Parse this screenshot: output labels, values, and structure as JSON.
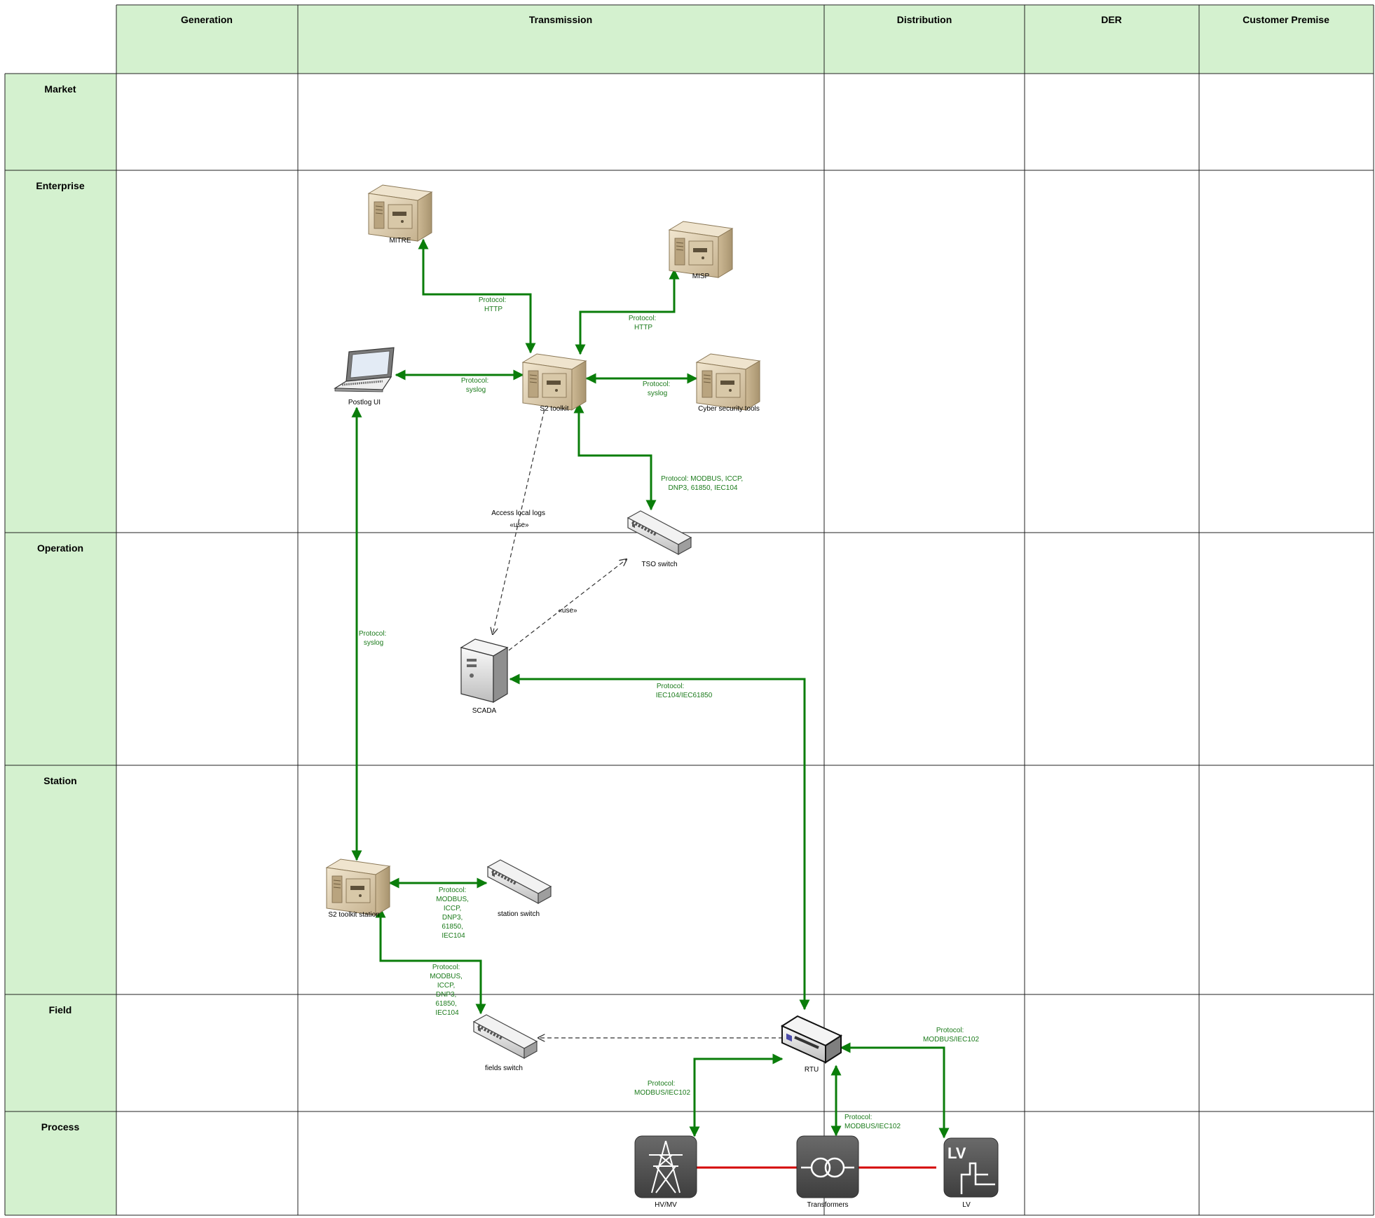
{
  "columns": [
    "Generation",
    "Transmission",
    "Distribution",
    "DER",
    "Customer Premise"
  ],
  "rows": [
    "Market",
    "Enterprise",
    "Operation",
    "Station",
    "Field",
    "Process"
  ],
  "colors": {
    "header_fill": "#d4f1cf",
    "connection": "#0a7d0a",
    "protocol_text": "#1a7a1a",
    "power_line": "#d40000",
    "grid_line": "#222222",
    "process_tile": "#555555"
  },
  "nodes": {
    "mitre": {
      "label": "MITRE",
      "icon": "server-icon"
    },
    "misp": {
      "label": "MISP",
      "icon": "server-icon"
    },
    "postlog_ui": {
      "label": "Postlog UI",
      "icon": "laptop-icon"
    },
    "s2_toolkit": {
      "label": "S2 toolkit",
      "icon": "server-icon"
    },
    "cyber_tools": {
      "label": "Cyber security tools",
      "icon": "server-icon"
    },
    "tso_switch": {
      "label": "TSO switch",
      "icon": "switch-icon"
    },
    "scada": {
      "label": "SCADA",
      "icon": "tower-server-icon"
    },
    "s2_station": {
      "label": "S2 toolkit station",
      "icon": "server-icon"
    },
    "station_switch": {
      "label": "station switch",
      "icon": "switch-icon"
    },
    "fields_switch": {
      "label": "fields switch",
      "icon": "switch-icon"
    },
    "rtu": {
      "label": "RTU",
      "icon": "rtu-icon"
    },
    "hv_mv": {
      "label": "HV/MV",
      "icon": "pylon-icon"
    },
    "transformers": {
      "label": "Transformers",
      "icon": "transformer-icon"
    },
    "lv": {
      "label": "LV",
      "icon": "lv-icon",
      "tile_text": "LV"
    }
  },
  "protocols": {
    "mitre_s2": [
      "Protocol:",
      "HTTP"
    ],
    "misp_s2": [
      "Protocol:",
      "HTTP"
    ],
    "ui_s2": [
      "Protocol:",
      "syslog"
    ],
    "s2_cyber": [
      "Protocol:",
      "syslog"
    ],
    "s2_tso": [
      "Protocol: MODBUS, ICCP,",
      "DNP3, 61850, IEC104"
    ],
    "ui_station": [
      "Protocol:",
      "syslog"
    ],
    "scada_rtu": [
      "Protocol:",
      "IEC104/IEC61850"
    ],
    "station_switch": [
      "Protocol:",
      "MODBUS,",
      "ICCP,",
      "DNP3,",
      "61850,",
      "IEC104"
    ],
    "station_fields": [
      "Protocol:",
      "MODBUS,",
      "ICCP,",
      "DNP3,",
      "61850,",
      "IEC104"
    ],
    "rtu_lv": [
      "Protocol:",
      "MODBUS/IEC102"
    ],
    "rtu_hvmv": [
      "Protocol:",
      "MODBUS/IEC102"
    ],
    "rtu_transformers": [
      "Protocol:",
      "MODBUS/IEC102"
    ]
  },
  "dependencies": {
    "access_logs": [
      "Access local logs",
      "«use»"
    ],
    "scada_tso": [
      "«use»"
    ]
  }
}
